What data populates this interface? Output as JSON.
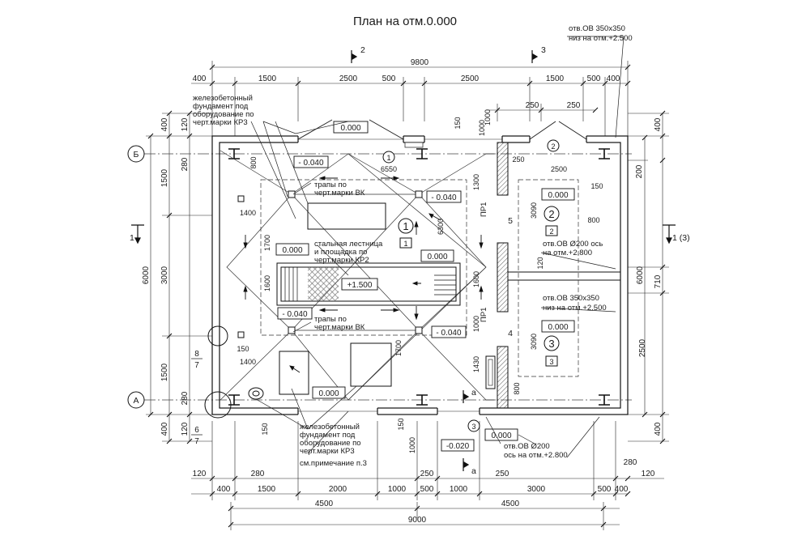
{
  "title": "План на отм.0.000",
  "section_marks": {
    "s2": "2",
    "s3": "3",
    "sa": "а",
    "s1": "1",
    "s1b": "1 (3)"
  },
  "axes": {
    "b": "Б",
    "a": "А",
    "n1": "1",
    "n2": "2",
    "n3": "3"
  },
  "elevations": {
    "top_gate": "0.000",
    "room1_a": "- 0.040",
    "room1_b": "- 0.040",
    "room1_c": "- 0.040",
    "room1_d": "- 0.040",
    "room1_e": "0.000",
    "room1_f": "0.000",
    "platform": "+1.500",
    "bottom_gate": "0.000",
    "room2": "0.000",
    "room3": "0.000",
    "door_b": "0.000",
    "outside": "-0.020"
  },
  "rooms": {
    "r1": "1",
    "r1t": "1",
    "r2": "2",
    "r2t": "2",
    "r3": "3",
    "r3t": "3",
    "r4": "4",
    "r5": "5"
  },
  "labels": {
    "fund_top": [
      "железобетонный",
      "фундамент под",
      "оборудование по",
      "черт.марки КР3"
    ],
    "fund_bottom": [
      "железобетонный",
      "фундамент под",
      "оборудование по",
      "черт.марки КР3"
    ],
    "trap1": [
      "трапы по",
      "черт.марки ВК"
    ],
    "trap2": [
      "трапы по",
      "черт.марки ВК"
    ],
    "stair": [
      "стальная лестница",
      "и площадка по",
      "черт.марки КР2"
    ],
    "ov_top": [
      "отв.ОВ 350х350",
      "низ на отм.+2.500"
    ],
    "ov_mid": [
      "отв.ОВ Ø200 ось",
      "на отм.+2.800"
    ],
    "ov_r3": [
      "отв.ОВ 350х350",
      "низ на отм.+2.500"
    ],
    "ov_bottom": [
      "отв.ОВ Ø200",
      "ось на отм.+2.800"
    ],
    "note": "см.примечание п.3",
    "pr1a": "ПР1",
    "pr1b": "ПР1",
    "frac1": [
      "8",
      "7"
    ],
    "frac2": [
      "6",
      "7"
    ]
  },
  "dims": {
    "top_total": "9800",
    "top_chain": [
      "400",
      "1500",
      "2500",
      "500",
      "2500",
      "1500",
      "500",
      "400"
    ],
    "top_small": [
      "250",
      "250"
    ],
    "bottom_chain1": [
      "120",
      "280",
      "250",
      "250",
      "280",
      "120"
    ],
    "bottom_chain2": [
      "400",
      "1500",
      "2000",
      "1000",
      "500",
      "1000",
      "3000",
      "500",
      "400"
    ],
    "bottom_half": [
      "4500",
      "4500"
    ],
    "bottom_total": "9000",
    "left_outer": [
      "400",
      "1500",
      "3000",
      "1500",
      "400"
    ],
    "left_inner": [
      "120",
      "280",
      "280",
      "120"
    ],
    "left_total": "6000",
    "right_outer": [
      "400",
      "200",
      "710",
      "2500",
      "400"
    ],
    "right_total": "6000",
    "inside": {
      "d6550": "6550",
      "d800a": "800",
      "d1400a": "1400",
      "d1400b": "1400",
      "d1700a": "1700",
      "d1600a": "1600",
      "d1600b": "1600",
      "d1700b": "1700",
      "d6300": "6300",
      "d1300": "1300",
      "d1000a": "1000",
      "d1000b": "1000",
      "d150a": "150",
      "d150b": "150",
      "d150c": "150",
      "d150d": "150",
      "d250a": "250",
      "d2500": "2500",
      "d150e": "150",
      "d800b": "800",
      "d3090a": "3090",
      "d3090b": "3090",
      "d120": "120",
      "d1430": "1430",
      "d800c": "800",
      "d1000c": "1000",
      "d1000d": "1000"
    }
  }
}
